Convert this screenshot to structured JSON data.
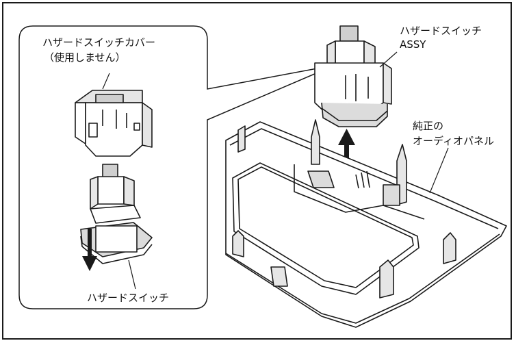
{
  "labels": {
    "cover_line1": "ハザードスイッチカバー",
    "cover_line2": "（使用しません）",
    "switch_assy_line1": "ハザードスイッチ",
    "switch_assy_line2": "ASSY",
    "panel_line1": "純正の",
    "panel_line2": "オーディオパネル",
    "hazard_switch": "ハザードスイッチ"
  },
  "colors": {
    "line": "#1a1a1a",
    "fill": "#ffffff",
    "shade": "#d8d8d8"
  }
}
